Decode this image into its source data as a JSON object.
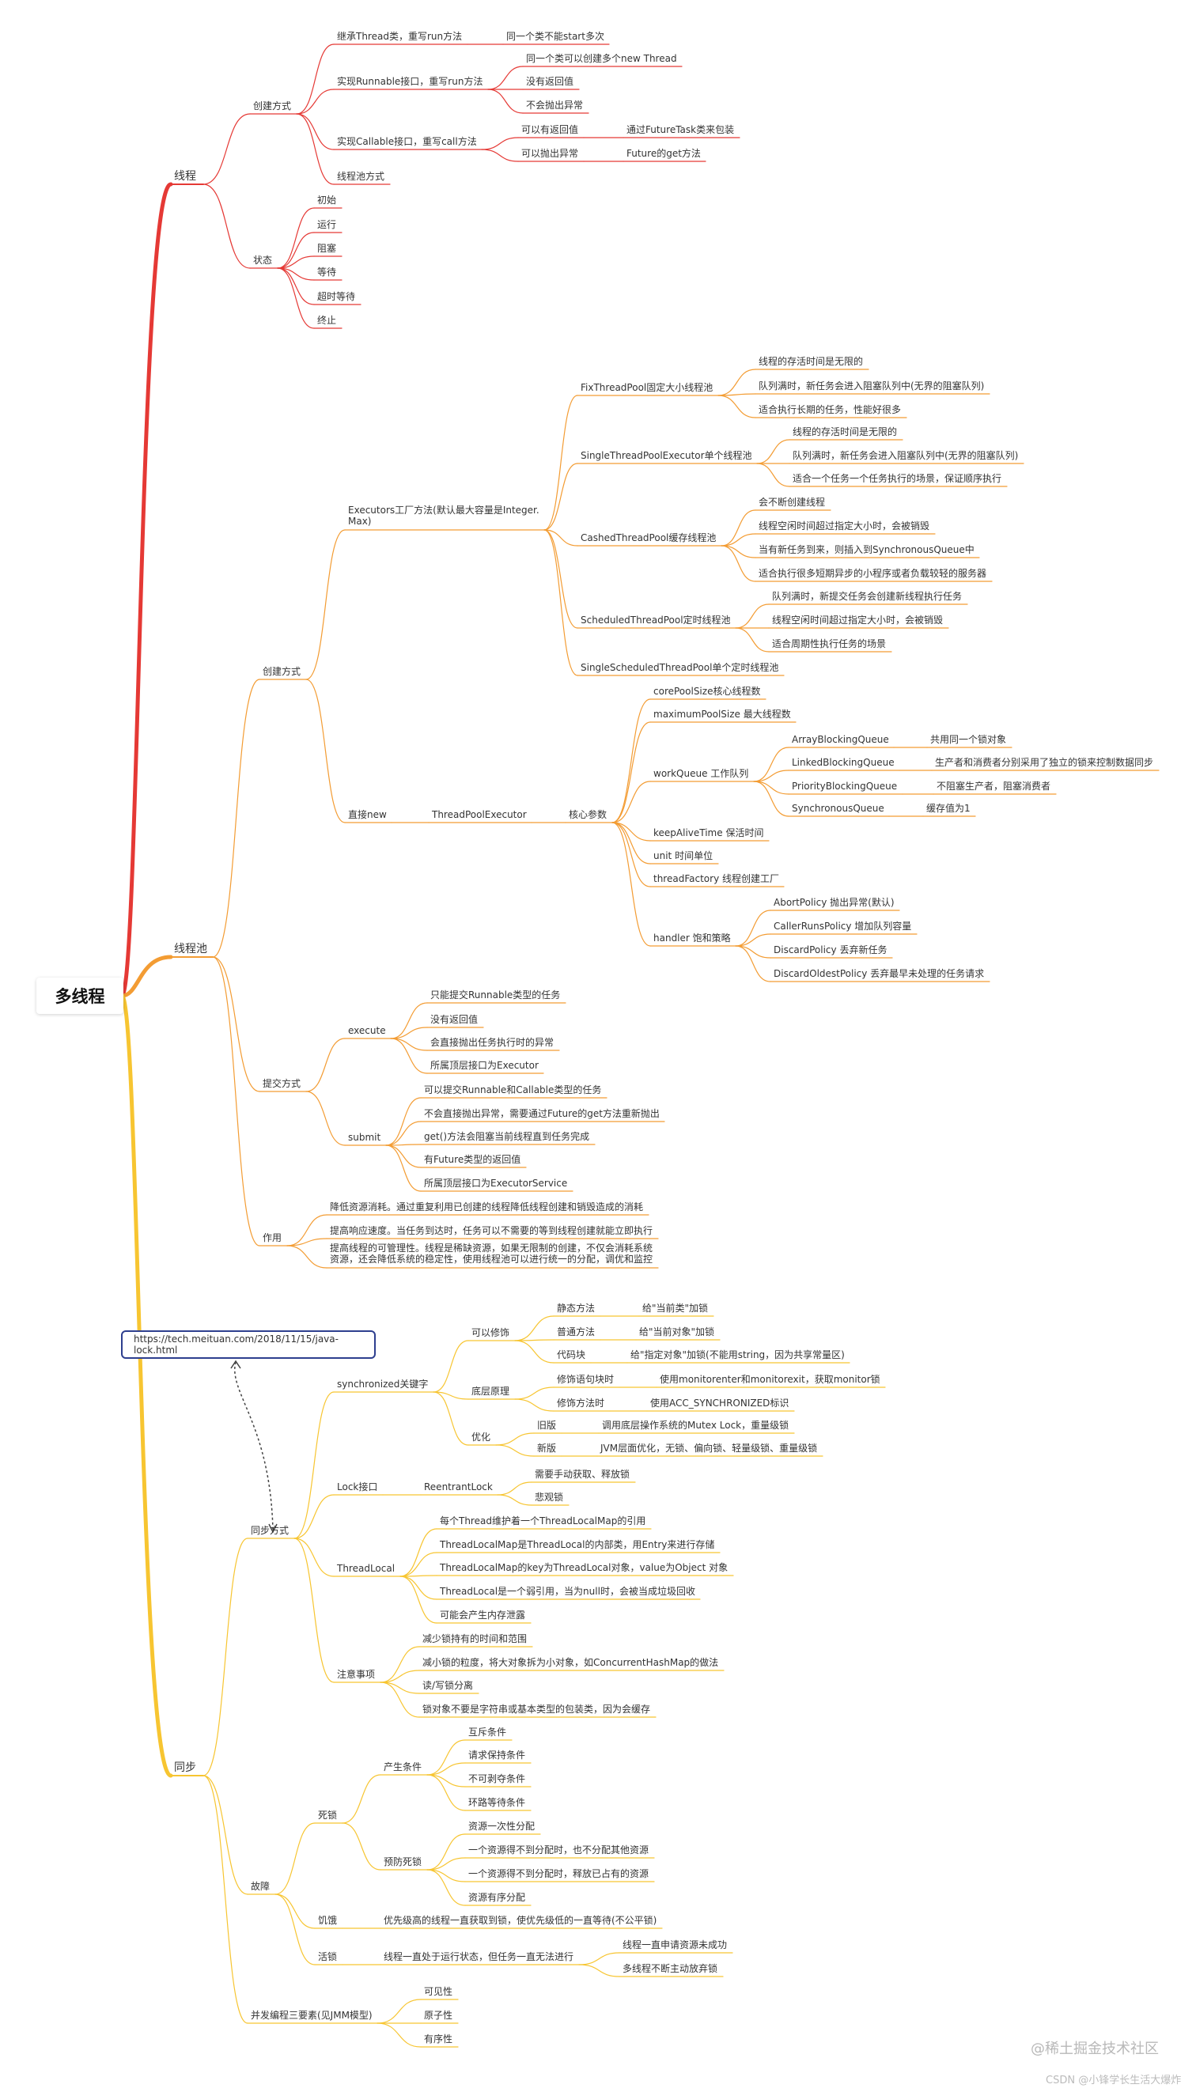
{
  "root": "多线程",
  "link": "https://tech.meituan.com/2018/11/15/java-lock.html",
  "watermarks": [
    "@稀土掘金技术社区",
    "CSDN @小锋学长生活大爆炸"
  ],
  "colors": {
    "thread": "#e53935",
    "pool": "#f39c33",
    "sync": "#f7c531"
  },
  "branches": [
    {
      "label": "线程",
      "children": [
        {
          "label": "创建方式",
          "children": [
            {
              "label": "继承Thread类，重写run方法",
              "children": [
                {
                  "label": "同一个类不能start多次"
                }
              ]
            },
            {
              "label": "实现Runnable接口，重写run方法",
              "children": [
                {
                  "label": "同一个类可以创建多个new Thread"
                },
                {
                  "label": "没有返回值"
                },
                {
                  "label": "不会抛出异常"
                }
              ]
            },
            {
              "label": "实现Callable接口，重写call方法",
              "children": [
                {
                  "label": "可以有返回值",
                  "children": [
                    {
                      "label": "通过FutureTask类来包装"
                    }
                  ]
                },
                {
                  "label": "可以抛出异常",
                  "children": [
                    {
                      "label": "Future的get方法"
                    }
                  ]
                }
              ]
            },
            {
              "label": "线程池方式"
            }
          ]
        },
        {
          "label": "状态",
          "children": [
            {
              "label": "初始"
            },
            {
              "label": "运行"
            },
            {
              "label": "阻塞"
            },
            {
              "label": "等待"
            },
            {
              "label": "超时等待"
            },
            {
              "label": "终止"
            }
          ]
        }
      ]
    },
    {
      "label": "线程池",
      "children": [
        {
          "label": "创建方式",
          "children": [
            {
              "label": "Executors工厂方法(默认最大容量是Integer.\nMax)",
              "children": [
                {
                  "label": "FixThreadPool固定大小线程池",
                  "children": [
                    {
                      "label": "线程的存活时间是无限的"
                    },
                    {
                      "label": "队列满时，新任务会进入阻塞队列中(无界的阻塞队列)"
                    },
                    {
                      "label": "适合执行长期的任务，性能好很多"
                    }
                  ]
                },
                {
                  "label": "SingleThreadPoolExecutor单个线程池",
                  "children": [
                    {
                      "label": "线程的存活时间是无限的"
                    },
                    {
                      "label": "队列满时，新任务会进入阻塞队列中(无界的阻塞队列)"
                    },
                    {
                      "label": "适合一个任务一个任务执行的场景，保证顺序执行"
                    }
                  ]
                },
                {
                  "label": "CashedThreadPool缓存线程池",
                  "children": [
                    {
                      "label": "会不断创建线程"
                    },
                    {
                      "label": "线程空闲时间超过指定大小时，会被销毁"
                    },
                    {
                      "label": "当有新任务到来，则插入到SynchronousQueue中"
                    },
                    {
                      "label": "适合执行很多短期异步的小程序或者负载较轻的服务器"
                    }
                  ]
                },
                {
                  "label": "ScheduledThreadPool定时线程池",
                  "children": [
                    {
                      "label": "队列满时，新提交任务会创建新线程执行任务"
                    },
                    {
                      "label": "线程空闲时间超过指定大小时，会被销毁"
                    },
                    {
                      "label": "适合周期性执行任务的场景"
                    }
                  ]
                },
                {
                  "label": "SingleScheduledThreadPool单个定时线程池"
                }
              ]
            },
            {
              "label": "直接new",
              "children": [
                {
                  "label": "ThreadPoolExecutor",
                  "children": [
                    {
                      "label": "核心参数",
                      "children": [
                        {
                          "label": "corePoolSize核心线程数"
                        },
                        {
                          "label": "maximumPoolSize 最大线程数"
                        },
                        {
                          "label": "workQueue 工作队列",
                          "children": [
                            {
                              "label": "ArrayBlockingQueue",
                              "children": [
                                {
                                  "label": "共用同一个锁对象"
                                }
                              ]
                            },
                            {
                              "label": "LinkedBlockingQueue",
                              "children": [
                                {
                                  "label": "生产者和消费者分别采用了独立的锁来控制数据同步"
                                }
                              ]
                            },
                            {
                              "label": "PriorityBlockingQueue",
                              "children": [
                                {
                                  "label": "不阻塞生产者，阻塞消费者"
                                }
                              ]
                            },
                            {
                              "label": "SynchronousQueue",
                              "children": [
                                {
                                  "label": "缓存值为1"
                                }
                              ]
                            }
                          ]
                        },
                        {
                          "label": "keepAliveTime 保活时间"
                        },
                        {
                          "label": "unit 时间单位"
                        },
                        {
                          "label": "threadFactory 线程创建工厂"
                        },
                        {
                          "label": "handler 饱和策略",
                          "children": [
                            {
                              "label": "AbortPolicy 抛出异常(默认)"
                            },
                            {
                              "label": "CallerRunsPolicy 增加队列容量"
                            },
                            {
                              "label": "DiscardPolicy 丢弃新任务"
                            },
                            {
                              "label": "DiscardOldestPolicy 丢弃最早未处理的任务请求"
                            }
                          ]
                        }
                      ]
                    }
                  ]
                }
              ]
            }
          ]
        },
        {
          "label": "提交方式",
          "children": [
            {
              "label": "execute",
              "children": [
                {
                  "label": "只能提交Runnable类型的任务"
                },
                {
                  "label": "没有返回值"
                },
                {
                  "label": "会直接抛出任务执行时的异常"
                },
                {
                  "label": "所属顶层接口为Executor"
                }
              ]
            },
            {
              "label": "submit",
              "children": [
                {
                  "label": "可以提交Runnable和Callable类型的任务"
                },
                {
                  "label": "不会直接抛出异常，需要通过Future的get方法重新抛出"
                },
                {
                  "label": "get()方法会阻塞当前线程直到任务完成"
                },
                {
                  "label": "有Future类型的返回值"
                },
                {
                  "label": "所属顶层接口为ExecutorService"
                }
              ]
            }
          ]
        },
        {
          "label": "作用",
          "children": [
            {
              "label": "降低资源消耗。通过重复利用已创建的线程降低线程创建和销毁造成的消耗"
            },
            {
              "label": "提高响应速度。当任务到达时，任务可以不需要的等到线程创建就能立即执行"
            },
            {
              "label": "提高线程的可管理性。线程是稀缺资源，如果无限制的创建，不仅会消耗系统\n资源，还会降低系统的稳定性，使用线程池可以进行统一的分配，调优和监控"
            }
          ]
        }
      ]
    },
    {
      "label": "同步",
      "children": [
        {
          "label": "同步方式",
          "children": [
            {
              "label": "synchronized关键字",
              "children": [
                {
                  "label": "可以修饰",
                  "children": [
                    {
                      "label": "静态方法",
                      "children": [
                        {
                          "label": "给\"当前类\"加锁"
                        }
                      ]
                    },
                    {
                      "label": "普通方法",
                      "children": [
                        {
                          "label": "给\"当前对象\"加锁"
                        }
                      ]
                    },
                    {
                      "label": "代码块",
                      "children": [
                        {
                          "label": "给\"指定对象\"加锁(不能用string，因为共享常量区)"
                        }
                      ]
                    }
                  ]
                },
                {
                  "label": "底层原理",
                  "children": [
                    {
                      "label": "修饰语句块时",
                      "children": [
                        {
                          "label": "使用monitorenter和monitorexit，获取monitor锁"
                        }
                      ]
                    },
                    {
                      "label": "修饰方法时",
                      "children": [
                        {
                          "label": "使用ACC_SYNCHRONIZED标识"
                        }
                      ]
                    }
                  ]
                },
                {
                  "label": "优化",
                  "children": [
                    {
                      "label": "旧版",
                      "children": [
                        {
                          "label": "调用底层操作系统的Mutex Lock，重量级锁"
                        }
                      ]
                    },
                    {
                      "label": "新版",
                      "children": [
                        {
                          "label": "JVM层面优化，无锁、偏向锁、轻量级锁、重量级锁"
                        }
                      ]
                    }
                  ]
                }
              ]
            },
            {
              "label": "Lock接口",
              "children": [
                {
                  "label": "ReentrantLock",
                  "children": [
                    {
                      "label": "需要手动获取、释放锁"
                    },
                    {
                      "label": "悲观锁"
                    }
                  ]
                }
              ]
            },
            {
              "label": "ThreadLocal",
              "children": [
                {
                  "label": "每个Thread维护着一个ThreadLocalMap的引用"
                },
                {
                  "label": "ThreadLocalMap是ThreadLocal的内部类，用Entry来进行存储"
                },
                {
                  "label": "ThreadLocalMap的key为ThreadLocal对象，value为Object 对象"
                },
                {
                  "label": "ThreadLocal是一个弱引用，当为null时，会被当成垃圾回收"
                },
                {
                  "label": "可能会产生内存泄露"
                }
              ]
            },
            {
              "label": "注意事项",
              "children": [
                {
                  "label": "减少锁持有的时间和范围"
                },
                {
                  "label": "减小锁的粒度，将大对象拆为小对象，如ConcurrentHashMap的做法"
                },
                {
                  "label": "读/写锁分离"
                },
                {
                  "label": "锁对象不要是字符串或基本类型的包装类，因为会缓存"
                }
              ]
            }
          ]
        },
        {
          "label": "故障",
          "children": [
            {
              "label": "死锁",
              "children": [
                {
                  "label": "产生条件",
                  "children": [
                    {
                      "label": "互斥条件"
                    },
                    {
                      "label": "请求保持条件"
                    },
                    {
                      "label": "不可剥夺条件"
                    },
                    {
                      "label": "环路等待条件"
                    }
                  ]
                },
                {
                  "label": "预防死锁",
                  "children": [
                    {
                      "label": "资源一次性分配"
                    },
                    {
                      "label": "一个资源得不到分配时，也不分配其他资源"
                    },
                    {
                      "label": "一个资源得不到分配时，释放已占有的资源"
                    },
                    {
                      "label": "资源有序分配"
                    }
                  ]
                }
              ]
            },
            {
              "label": "饥饿",
              "children": [
                {
                  "label": "优先级高的线程一直获取到锁，使优先级低的一直等待(不公平锁)"
                }
              ]
            },
            {
              "label": "活锁",
              "children": [
                {
                  "label": "线程一直处于运行状态，但任务一直无法进行",
                  "children": [
                    {
                      "label": "线程一直申请资源未成功"
                    },
                    {
                      "label": "多线程不断主动放弃锁"
                    }
                  ]
                }
              ]
            }
          ]
        },
        {
          "label": "并发编程三要素(见JMM模型)",
          "children": [
            {
              "label": "可见性"
            },
            {
              "label": "原子性"
            },
            {
              "label": "有序性"
            }
          ]
        }
      ]
    }
  ]
}
